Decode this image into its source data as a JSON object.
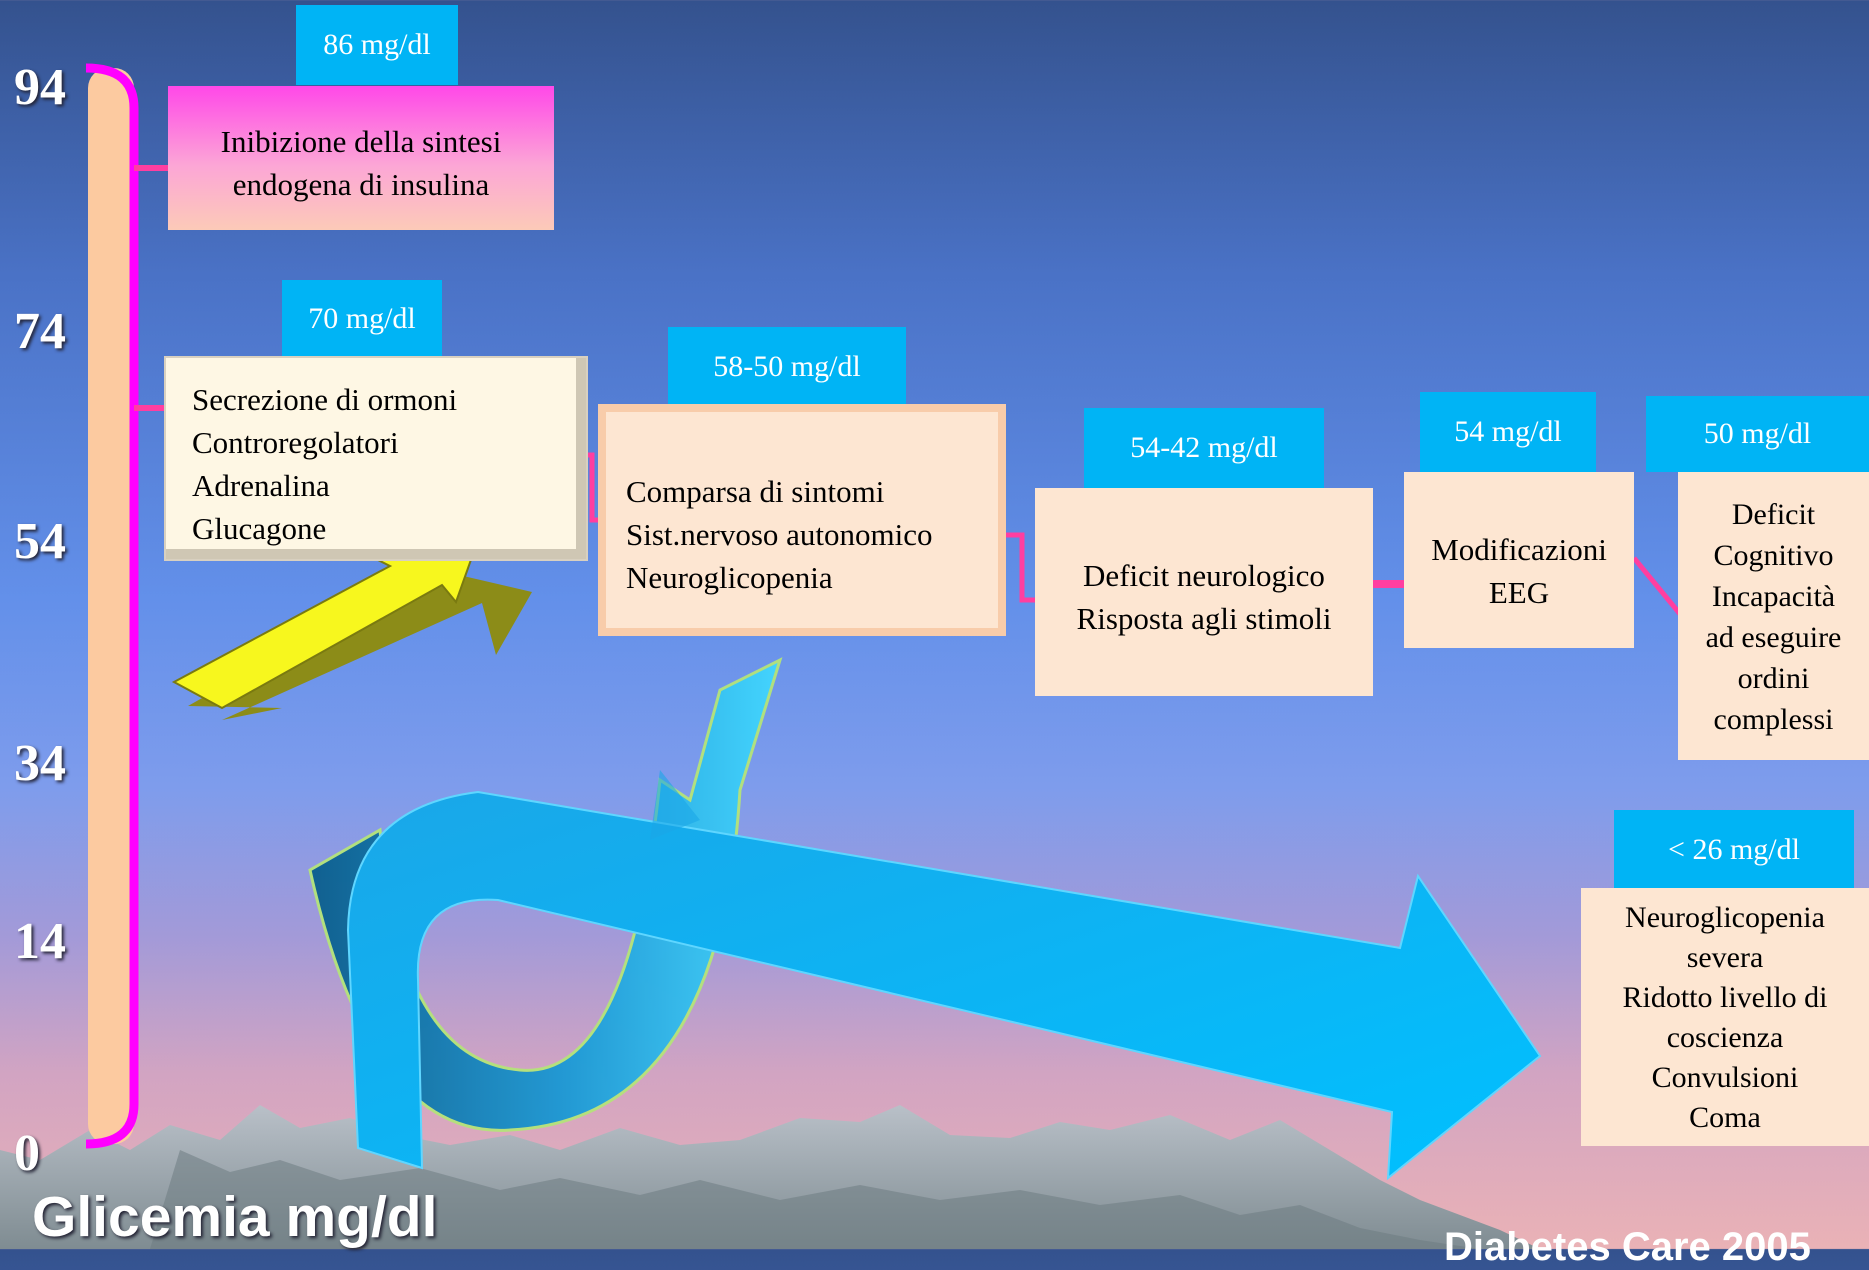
{
  "axis": {
    "ticks": [
      "94",
      "74",
      "54",
      "34",
      "14",
      "0"
    ],
    "label": "Glicemia  mg/dl"
  },
  "stages": [
    {
      "threshold": "86 mg/dl",
      "lines": [
        "Inibizione della  sintesi",
        "endogena di insulina"
      ]
    },
    {
      "threshold": "70 mg/dl",
      "lines": [
        "Secrezione di ormoni",
        "Controregolatori",
        "Adrenalina",
        "Glucagone"
      ]
    },
    {
      "threshold": "58-50 mg/dl",
      "lines": [
        "Comparsa di sintomi",
        "Sist.nervoso autonomico",
        "Neuroglicopenia"
      ]
    },
    {
      "threshold": "54-42 mg/dl",
      "lines": [
        "Deficit neurologico",
        "Risposta agli stimoli"
      ]
    },
    {
      "threshold": "54 mg/dl",
      "lines": [
        "Modificazioni",
        "EEG"
      ]
    },
    {
      "threshold": "50 mg/dl",
      "lines": [
        "Deficit",
        "Cognitivo",
        "Incapacità",
        "ad eseguire",
        "ordini",
        "complessi"
      ]
    },
    {
      "threshold": "< 26 mg/dl",
      "lines": [
        "Neuroglicopenia",
        "severa",
        "Ridotto livello  di",
        "coscienza",
        "Convulsioni",
        "Coma"
      ]
    }
  ],
  "footer": "Diabetes Care 2005",
  "colors": {
    "tag": "#00b4f5",
    "box": "#fde6d2",
    "bracket": "#ff00ff",
    "connector": "#ff3ea0",
    "arrow_yellow": "#f7f71e",
    "arrow_blue": "#00b4f5"
  }
}
